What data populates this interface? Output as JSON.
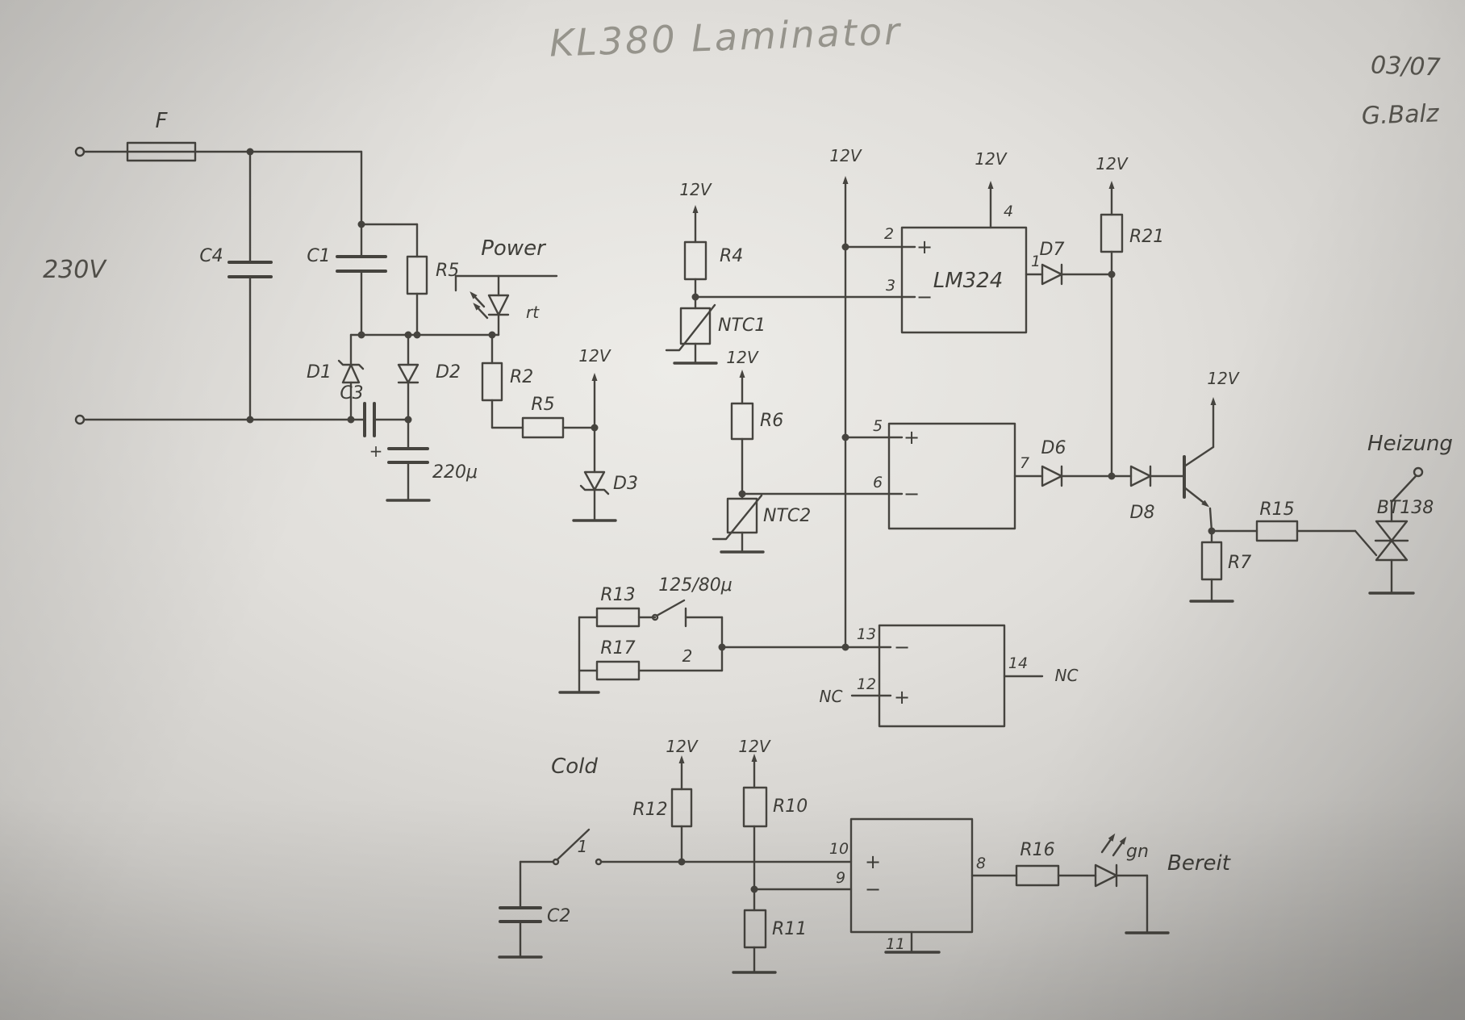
{
  "header": {
    "title": "KL380 Laminator",
    "date": "03/07",
    "author": "G.Balz"
  },
  "common": {
    "v12": "12V",
    "nc": "NC",
    "plus": "+",
    "minus": "−"
  },
  "mains": {
    "voltage": "230V",
    "fuse": "F"
  },
  "psu": {
    "c4": "C4",
    "c1": "C1",
    "r5_top": "R5",
    "power": "Power",
    "led_red": "rt",
    "d1": "D1",
    "d2": "D2",
    "c3": "C3",
    "elko": "220μ",
    "r2": "R2",
    "r5": "R5",
    "d3": "D3"
  },
  "sense": {
    "r4": "R4",
    "ntc1": "NTC1",
    "r6": "R6",
    "ntc2": "NTC2"
  },
  "comparator": {
    "ic": "LM324",
    "pin1": "1",
    "pin2": "2",
    "pin3": "3",
    "pin4": "4",
    "pin5": "5",
    "pin6": "6",
    "pin7": "7",
    "pin12": "12",
    "pin13": "13",
    "pin14": "14",
    "d7": "D7",
    "r21": "R21",
    "d6": "D6",
    "d8": "D8"
  },
  "heater": {
    "label": "Heizung",
    "r15": "R15",
    "r7": "R7",
    "triac": "BT138"
  },
  "setpoint": {
    "r13": "R13",
    "thermal_switch": "125/80μ",
    "r17": "R17",
    "pin_2": "2"
  },
  "ready": {
    "cold": "Cold",
    "pin_1": "1",
    "c2": "C2",
    "r12": "R12",
    "r10": "R10",
    "r11": "R11",
    "pin10": "10",
    "pin9": "9",
    "pin8": "8",
    "pin11": "11",
    "r16": "R16",
    "led_green": "gn",
    "label": "Bereit"
  }
}
